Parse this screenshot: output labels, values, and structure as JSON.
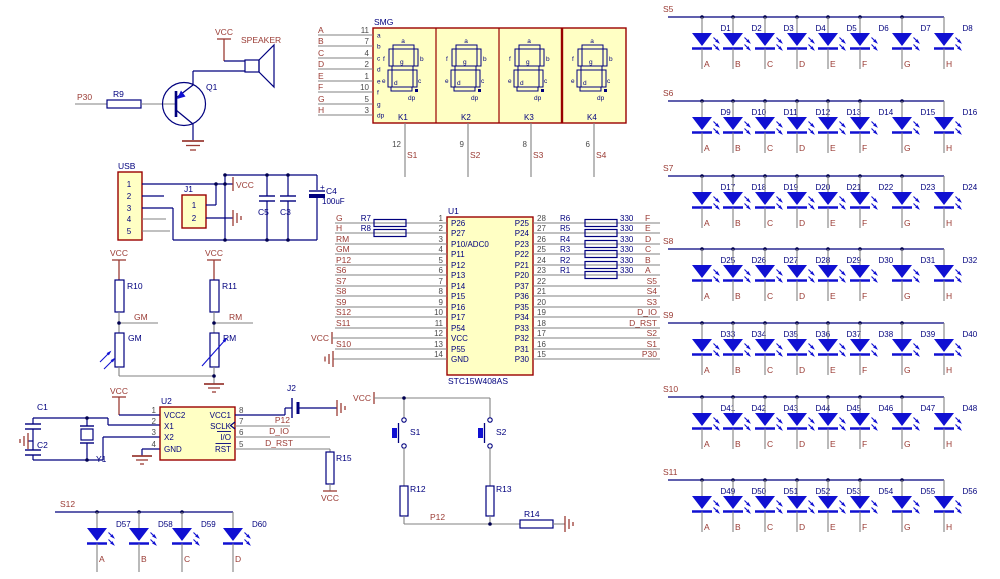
{
  "colors": {
    "wire_gray": "#828282",
    "wire_navy": "#00007e",
    "net_label": "#9a3b34",
    "designator": "#00007e",
    "pin_number": "#4a4a4a",
    "box_fill": "#ffffc4",
    "box_border": "#990000",
    "led_blue": "#1010d2",
    "background": "#ffffff"
  },
  "speaker": {
    "p30": "P30",
    "r9": "R9",
    "q1": "Q1",
    "vcc": "VCC",
    "label": "SPEAKER"
  },
  "usb": {
    "title": "USB",
    "pins": [
      "1",
      "2",
      "3",
      "4",
      "5"
    ],
    "j1": {
      "title": "J1",
      "pins": [
        "1",
        "2"
      ]
    },
    "vcc": "VCC",
    "c5": "C5",
    "c3": "C3",
    "c4_plus": "+",
    "c4": "C4",
    "c4_value": "100uF"
  },
  "pots": {
    "left": {
      "vcc": "VCC",
      "r": "R10",
      "net": "GM",
      "comp": "GM"
    },
    "right": {
      "vcc": "VCC",
      "r": "R11",
      "net": "RM",
      "comp": "RM"
    }
  },
  "rtc": {
    "title": "U2",
    "left_pins": [
      {
        "num": "1",
        "name": "VCC2"
      },
      {
        "num": "2",
        "name": "X1"
      },
      {
        "num": "3",
        "name": "X2"
      },
      {
        "num": "4",
        "name": "GND"
      }
    ],
    "right_pins": [
      {
        "num": "8",
        "name": "VCC1"
      },
      {
        "num": "7",
        "name": "SCLK"
      },
      {
        "num": "6",
        "name": "I/O"
      },
      {
        "num": "5",
        "name": "RST"
      }
    ],
    "c1": "C1",
    "c2": "C2",
    "y1": "Y1",
    "vcc": "VCC",
    "j2": "J2",
    "p12": "P12",
    "d_io": "D_IO",
    "d_rst": "D_RST",
    "r15": "R15",
    "r15_vcc": "VCC"
  },
  "buttons": {
    "vcc": "VCC",
    "s1": "S1",
    "s2": "S2",
    "r12": "R12",
    "r13": "R13",
    "r14": "R14",
    "p12": "P12"
  },
  "smg": {
    "title": "SMG",
    "segments": [
      "a",
      "b",
      "c",
      "d",
      "e",
      "f",
      "g",
      "dp"
    ],
    "inputs": [
      {
        "net": "A",
        "pin": "11",
        "seg": "a"
      },
      {
        "net": "B",
        "pin": "7",
        "seg": "b"
      },
      {
        "net": "C",
        "pin": "4",
        "seg": "c"
      },
      {
        "net": "D",
        "pin": "2",
        "seg": "d"
      },
      {
        "net": "E",
        "pin": "1",
        "seg": "e"
      },
      {
        "net": "F",
        "pin": "10",
        "seg": "f"
      },
      {
        "net": "G",
        "pin": "5",
        "seg": "g"
      },
      {
        "net": "H",
        "pin": "3",
        "seg": "dp"
      }
    ],
    "commons": [
      {
        "label": "K1",
        "pin": "12",
        "net": "S1"
      },
      {
        "label": "K2",
        "pin": "9",
        "net": "S2"
      },
      {
        "label": "K3",
        "pin": "8",
        "net": "S3"
      },
      {
        "label": "K4",
        "pin": "6",
        "net": "S4"
      }
    ]
  },
  "mcu": {
    "designator": "U1",
    "part": "STC15W408AS",
    "left_pins": [
      {
        "num": "1",
        "name": "P26",
        "net": "G",
        "res": "R7"
      },
      {
        "num": "2",
        "name": "P27",
        "net": "H",
        "res": "R8"
      },
      {
        "num": "3",
        "name": "P10/ADC0",
        "net": "RM"
      },
      {
        "num": "4",
        "name": "P11",
        "net": "GM"
      },
      {
        "num": "5",
        "name": "P12",
        "net": "P12"
      },
      {
        "num": "6",
        "name": "P13",
        "net": "S6"
      },
      {
        "num": "7",
        "name": "P14",
        "net": "S7"
      },
      {
        "num": "8",
        "name": "P15",
        "net": "S8"
      },
      {
        "num": "9",
        "name": "P16",
        "net": "S9"
      },
      {
        "num": "10",
        "name": "P17",
        "net": "S12"
      },
      {
        "num": "11",
        "name": "P54",
        "net": "S11"
      },
      {
        "num": "12",
        "name": "VCC",
        "sym": "vcc"
      },
      {
        "num": "13",
        "name": "P55",
        "net": "S10"
      },
      {
        "num": "14",
        "name": "GND",
        "sym": "gnd"
      }
    ],
    "right_pins": [
      {
        "num": "28",
        "name": "P25",
        "res": "R6",
        "value": "330",
        "net": "F"
      },
      {
        "num": "27",
        "name": "P24",
        "res": "R5",
        "value": "330",
        "net": "E"
      },
      {
        "num": "26",
        "name": "P23",
        "res": "R4",
        "value": "330",
        "net": "D"
      },
      {
        "num": "25",
        "name": "P22",
        "res": "R3",
        "value": "330",
        "net": "C"
      },
      {
        "num": "24",
        "name": "P21",
        "res": "R2",
        "value": "330",
        "net": "B"
      },
      {
        "num": "23",
        "name": "P20",
        "res": "R1",
        "value": "330",
        "net": "A"
      },
      {
        "num": "22",
        "name": "P37",
        "net": "S5"
      },
      {
        "num": "21",
        "name": "P36",
        "net": "S4"
      },
      {
        "num": "20",
        "name": "P35",
        "net": "S3"
      },
      {
        "num": "19",
        "name": "P34",
        "net": "D_IO"
      },
      {
        "num": "18",
        "name": "P33",
        "net": "D_RST"
      },
      {
        "num": "17",
        "name": "P32",
        "net": "S2"
      },
      {
        "num": "16",
        "name": "P31",
        "net": "S1"
      },
      {
        "num": "15",
        "name": "P30",
        "net": "P30"
      }
    ]
  },
  "led_rows": [
    {
      "label": "S5",
      "leds": [
        {
          "d": "D1",
          "net": "A"
        },
        {
          "d": "D2",
          "net": "B"
        },
        {
          "d": "D3",
          "net": "C"
        },
        {
          "d": "D4",
          "net": "D"
        },
        {
          "d": "D5",
          "net": "E"
        },
        {
          "d": "D6",
          "net": "F"
        },
        {
          "d": "D7",
          "net": "G"
        },
        {
          "d": "D8",
          "net": "H"
        }
      ]
    },
    {
      "label": "S6",
      "leds": [
        {
          "d": "D9",
          "net": "A"
        },
        {
          "d": "D10",
          "net": "B"
        },
        {
          "d": "D11",
          "net": "C"
        },
        {
          "d": "D12",
          "net": "D"
        },
        {
          "d": "D13",
          "net": "E"
        },
        {
          "d": "D14",
          "net": "F"
        },
        {
          "d": "D15",
          "net": "G"
        },
        {
          "d": "D16",
          "net": "H"
        }
      ]
    },
    {
      "label": "S7",
      "leds": [
        {
          "d": "D17",
          "net": "A"
        },
        {
          "d": "D18",
          "net": "B"
        },
        {
          "d": "D19",
          "net": "C"
        },
        {
          "d": "D20",
          "net": "D"
        },
        {
          "d": "D21",
          "net": "E"
        },
        {
          "d": "D22",
          "net": "F"
        },
        {
          "d": "D23",
          "net": "G"
        },
        {
          "d": "D24",
          "net": "H"
        }
      ]
    },
    {
      "label": "S8",
      "leds": [
        {
          "d": "D25",
          "net": "A"
        },
        {
          "d": "D26",
          "net": "B"
        },
        {
          "d": "D27",
          "net": "C"
        },
        {
          "d": "D28",
          "net": "D"
        },
        {
          "d": "D29",
          "net": "E"
        },
        {
          "d": "D30",
          "net": "F"
        },
        {
          "d": "D31",
          "net": "G"
        },
        {
          "d": "D32",
          "net": "H"
        }
      ]
    },
    {
      "label": "S9",
      "leds": [
        {
          "d": "D33",
          "net": "A"
        },
        {
          "d": "D34",
          "net": "B"
        },
        {
          "d": "D35",
          "net": "C"
        },
        {
          "d": "D36",
          "net": "D"
        },
        {
          "d": "D37",
          "net": "E"
        },
        {
          "d": "D38",
          "net": "F"
        },
        {
          "d": "D39",
          "net": "G"
        },
        {
          "d": "D40",
          "net": "H"
        }
      ]
    },
    {
      "label": "S10",
      "leds": [
        {
          "d": "D41",
          "net": "A"
        },
        {
          "d": "D42",
          "net": "B"
        },
        {
          "d": "D43",
          "net": "C"
        },
        {
          "d": "D44",
          "net": "D"
        },
        {
          "d": "D45",
          "net": "E"
        },
        {
          "d": "D46",
          "net": "F"
        },
        {
          "d": "D47",
          "net": "G"
        },
        {
          "d": "D48",
          "net": "H"
        }
      ]
    },
    {
      "label": "S11",
      "leds": [
        {
          "d": "D49",
          "net": "A"
        },
        {
          "d": "D50",
          "net": "B"
        },
        {
          "d": "D51",
          "net": "C"
        },
        {
          "d": "D52",
          "net": "D"
        },
        {
          "d": "D53",
          "net": "E"
        },
        {
          "d": "D54",
          "net": "F"
        },
        {
          "d": "D55",
          "net": "G"
        },
        {
          "d": "D56",
          "net": "H"
        }
      ]
    }
  ],
  "bottom_row": {
    "label": "S12",
    "leds": [
      {
        "d": "D57",
        "net": "A"
      },
      {
        "d": "D58",
        "net": "B"
      },
      {
        "d": "D59",
        "net": "C"
      },
      {
        "d": "D60",
        "net": "D"
      }
    ]
  }
}
